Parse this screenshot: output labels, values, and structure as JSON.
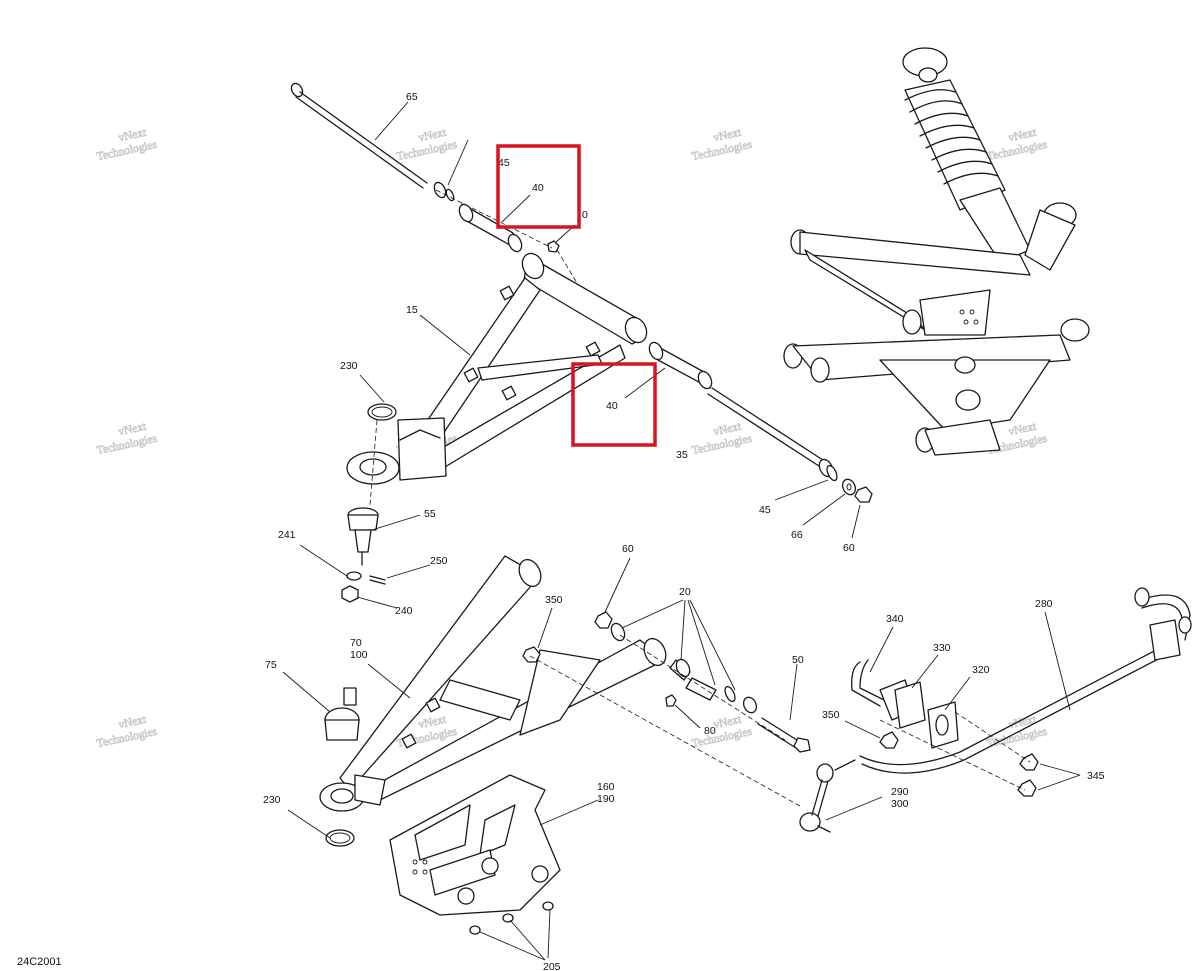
{
  "diagram": {
    "id_code": "24C2001",
    "watermark": {
      "line1": "vNext",
      "line2": "Technologies"
    },
    "highlight_color": "#d9141e",
    "highlighted_callouts": [
      "40",
      "40"
    ],
    "callouts": {
      "c65": "65",
      "c45_top": "45",
      "c40_top": "40",
      "c60_top": "0",
      "c15": "15",
      "c230_top": "230",
      "c40_mid": "40",
      "c35": "35",
      "c45_right": "45",
      "c66": "66",
      "c60_right": "60",
      "c55": "55",
      "c241": "241",
      "c250": "250",
      "c240": "240",
      "c60_mid": "60",
      "c20": "20",
      "c350_left": "350",
      "c70": "70",
      "c100": "100",
      "c75": "75",
      "c50": "50",
      "c80": "80",
      "c230_bottom": "230",
      "c160": "160",
      "c190": "190",
      "c205": "205",
      "c340": "340",
      "c330": "330",
      "c320": "320",
      "c280": "280",
      "c350_right": "350",
      "c290": "290",
      "c300": "300",
      "c345": "345"
    }
  }
}
